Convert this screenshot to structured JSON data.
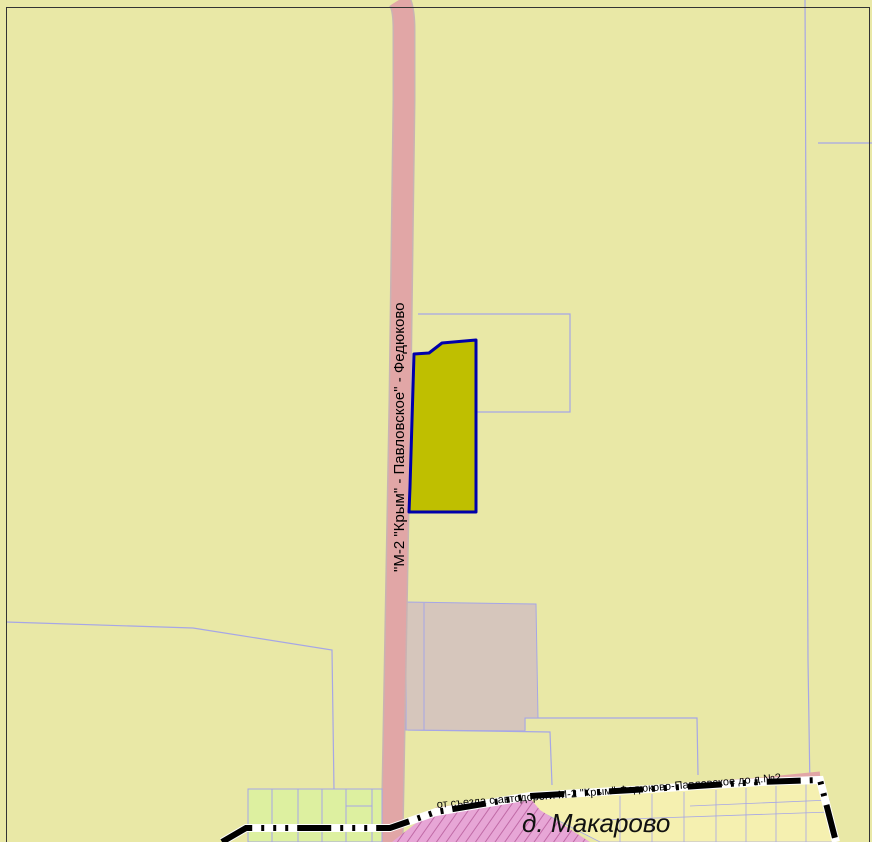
{
  "map": {
    "colors": {
      "agricultural_zone": "#E9E8A6",
      "road_fill": "#E1A6A6",
      "road_edge": "#C9B3B3",
      "selected_parcel_fill": "#BFBF00",
      "selected_parcel_border": "#0000AA",
      "parcel_boundary": "#A6A6E6",
      "industrial_parcel": "#D6C6BC",
      "settlement_fill": "#E7A6D6",
      "settlement_hatch": "#C06AA6",
      "settlement_buildup": "#F5F0B0",
      "garden_plots": "#DDF0A0",
      "settlement_boundary": "#000000",
      "frame": "#333333"
    },
    "labels": {
      "main_road": "\"М-2 \"Крым\" - Павловское\" - Федюково",
      "link_road": "от съезда с автодороги М-2 \"Крым\"-Федюково-Павловское до д.№2",
      "settlement": "д. Макарово"
    }
  }
}
